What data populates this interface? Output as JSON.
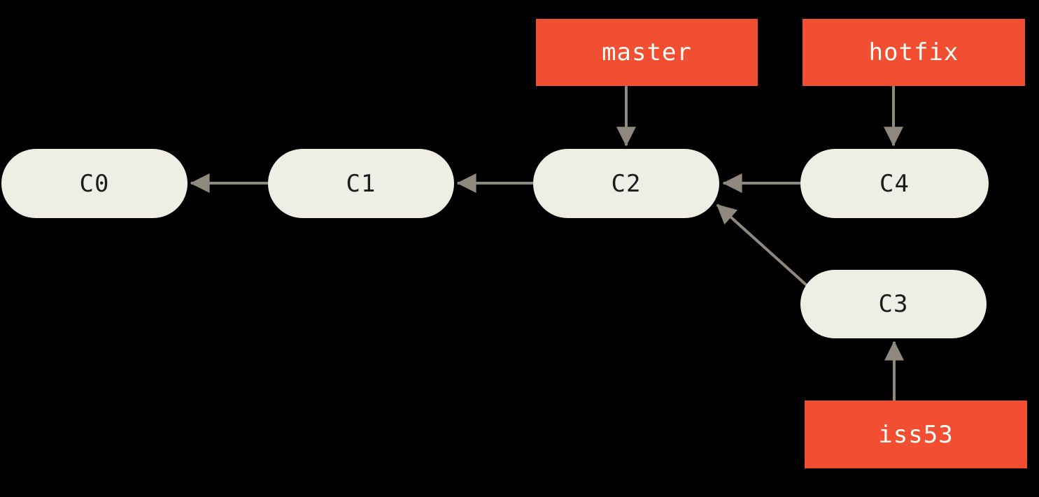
{
  "diagram": {
    "type": "git-commit-graph",
    "description": "Git history with branch pointers: master and hotfix diverged from C2, iss53 branch at C3"
  },
  "colors": {
    "background": "#000000",
    "branch_box": "#f14e32",
    "branch_text": "#fffef8",
    "commit_node": "#efeee4",
    "commit_text": "#1c1c1c",
    "arrow": "#8e887e"
  },
  "commits": [
    {
      "id": "C0",
      "label": "C0"
    },
    {
      "id": "C1",
      "label": "C1"
    },
    {
      "id": "C2",
      "label": "C2"
    },
    {
      "id": "C3",
      "label": "C3"
    },
    {
      "id": "C4",
      "label": "C4"
    }
  ],
  "branches": [
    {
      "label": "master",
      "points_to": "C2"
    },
    {
      "label": "hotfix",
      "points_to": "C4"
    },
    {
      "label": "iss53",
      "points_to": "C3"
    }
  ],
  "edges": [
    {
      "from": "C1",
      "to": "C0"
    },
    {
      "from": "C2",
      "to": "C1"
    },
    {
      "from": "C4",
      "to": "C2"
    },
    {
      "from": "C3",
      "to": "C2"
    },
    {
      "from": "master",
      "to": "C2"
    },
    {
      "from": "hotfix",
      "to": "C4"
    },
    {
      "from": "iss53",
      "to": "C3"
    }
  ]
}
